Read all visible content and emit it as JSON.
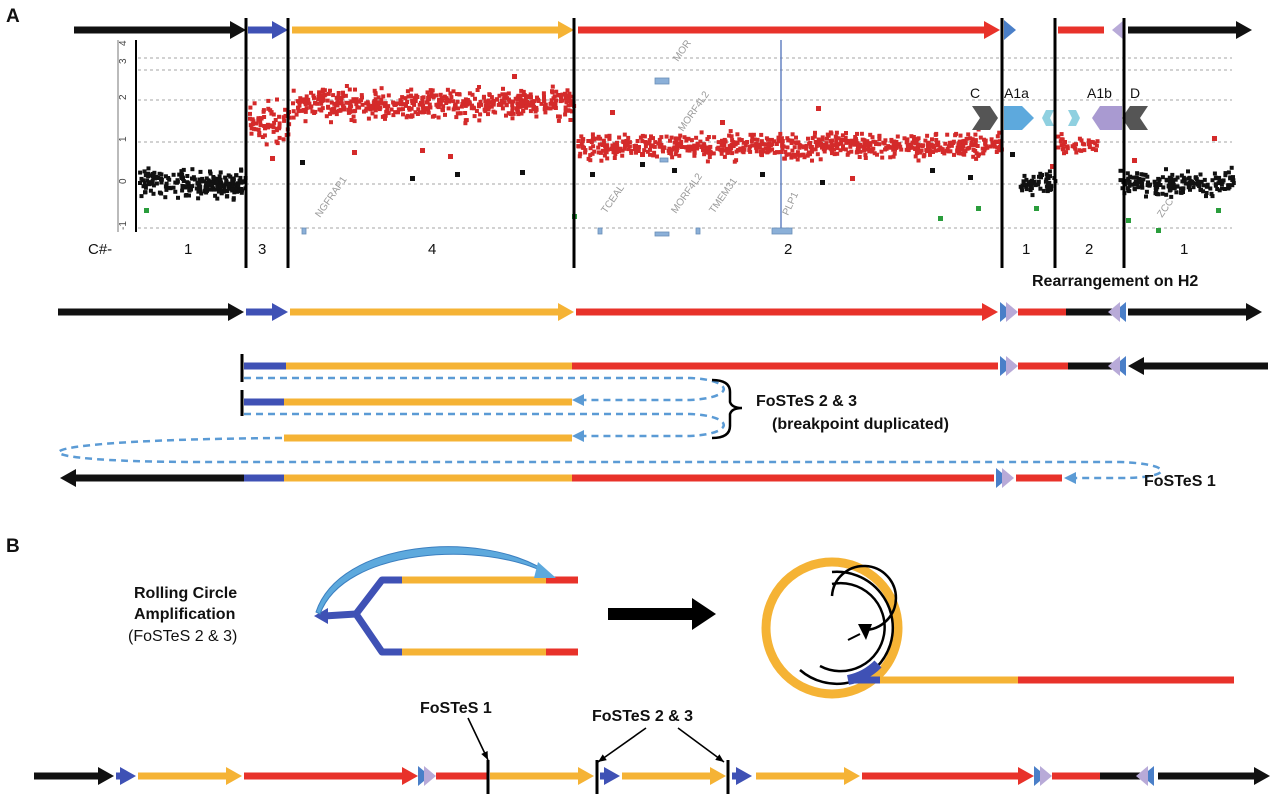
{
  "colors": {
    "black": "#111111",
    "blue": "#3f51b5",
    "yellow": "#f5b335",
    "red": "#e8322a",
    "dashed": "#5b9bd5",
    "purple": "#a99ad1",
    "lightblue": "#5da9dd",
    "darkgray": "#555555",
    "scatterRed": "#d42a2a",
    "scatterGreen": "#2a9d3c"
  },
  "panelA": {
    "label": "A",
    "cn_prefix": "C#-",
    "cn_numbers": [
      "1",
      "3",
      "4",
      "2",
      "1",
      "2",
      "1"
    ],
    "yticks": [
      "4",
      "3",
      "2",
      "1",
      "0",
      "-1"
    ],
    "segments": [
      "C",
      "A1a",
      "A1b",
      "D"
    ],
    "genes": [
      "NGFRAP1",
      "TCEAL",
      "MORF4L2",
      "MORF4L2",
      "TMEM31",
      "PLP1",
      "ZCC",
      "MOR"
    ],
    "rearrangement_label": "Rearrangement on H2",
    "fostes23_label_line1": "FoSTeS 2 & 3",
    "fostes23_label_line2": "(breakpoint duplicated)",
    "fostes1_label": "FoSTeS 1"
  },
  "panelB": {
    "label": "B",
    "rca_line1": "Rolling Circle",
    "rca_line2": "Amplification",
    "rca_line3": "(FoSTeS  2 & 3)",
    "fostes1_label": "FoSTeS  1",
    "fostes23_label": "FoSTeS  2 & 3"
  }
}
